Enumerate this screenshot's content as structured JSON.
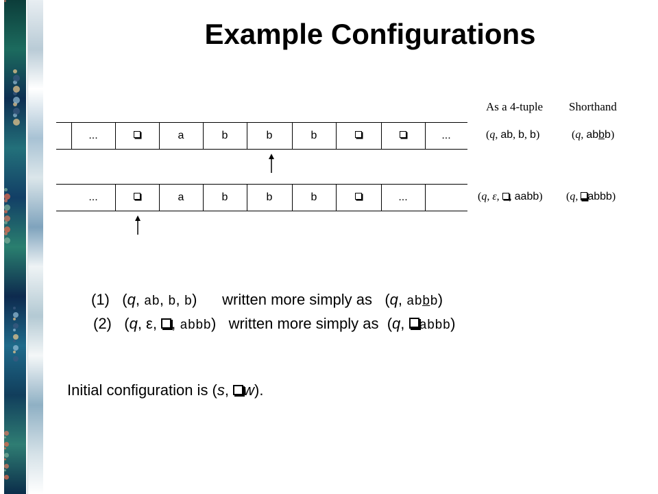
{
  "title": "Example Configurations",
  "table": {
    "header_tuple": "As a 4-tuple",
    "header_short": "Shorthand"
  },
  "tape1": {
    "cells": [
      "...",
      "blank",
      "a",
      "b",
      "b",
      "b",
      "blank",
      "blank",
      "..."
    ],
    "head_index": 4
  },
  "tape2": {
    "cells": [
      "...",
      "blank",
      "a",
      "b",
      "b",
      "b",
      "blank",
      "...",
      ""
    ],
    "head_index": 1
  },
  "row1": {
    "tuple": {
      "q": "q",
      "sep": ", ",
      "left": "ab",
      "c1": ", ",
      "head": "b",
      "c2": ", ",
      "right": "b"
    },
    "short": {
      "q": "q",
      "sep": ", ",
      "pre": "ab",
      "head": "b",
      "post": "b"
    }
  },
  "row2": {
    "tuple": {
      "q": "q",
      "sep": ", ",
      "eps": "ε",
      "c1": ", ",
      "c2": ", ",
      "right": "aabb"
    },
    "short": {
      "q": "q",
      "sep": ", ",
      "post": "abbb"
    }
  },
  "lines": {
    "l1": {
      "num": "(1)",
      "open": "(",
      "q": "q",
      "c0": ", ",
      "ab": "ab",
      "c1": ", ",
      "b1": "b",
      "c2": ", ",
      "b2": "b",
      "close": ")",
      "text": "written more simply as",
      "open2": "(",
      "q2": "q",
      "c3": ", ",
      "pre": "ab",
      "head": "b",
      "post": "b",
      "close2": ")"
    },
    "l2": {
      "num": "(2)",
      "open": "(",
      "q": "q",
      "c0": ", ",
      "eps": "ε",
      "c1": ", ",
      "c2": ", ",
      "abbb": "abbb",
      "close": ")",
      "text": "written more simply as",
      "open2": "(",
      "q2": "q",
      "c3": ", ",
      "post": "abbb",
      "close2": ")"
    }
  },
  "initial": {
    "pre": "Initial configuration is (",
    "s": "s",
    "comma": ", ",
    "w": "w",
    "post": ")."
  },
  "colors": {
    "deco_dark": "#0c3d3a",
    "deco_light": "#b9cbd6"
  }
}
